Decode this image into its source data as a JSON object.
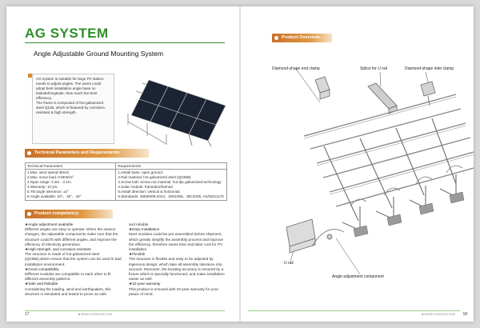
{
  "left_page": {
    "title": "AG SYSTEM",
    "subtitle": "Angle Adjustable Ground Mounting System",
    "intro": [
      "AG system is suitable for large PV station needs to adjust angles. The users could adopt best installation angle base on latitude/longitude, thus reach the best efficiency.",
      "The frame is composed of hot galvanized steel Q235, which is featured by corrosion-resistant & high strength."
    ],
    "tech_banner": "Technical Parameters and Requirements:",
    "table": {
      "headers": [
        "Technical Parameters",
        "Requirements"
      ],
      "params": [
        "1.Max. wind speed:38m/s",
        "2.Max. snow load: 0.9KN/m²",
        "3.Span range: 2.3m - 3.1m",
        "4.Warranty: 10 yrs.",
        "5.Tilt angle tolerance: ±2°",
        "6.Angle available: 20°、30°、40°"
      ],
      "requirements": [
        "1.Install base: open ground.",
        "2.Rail material: hot galvanized steel (Q235B)",
        "3.Screw bolt:  Screw nut material: hot-dip galvanized technology",
        "4.Solar module: framed/unframed",
        "5.Install direction: vertical & horizontal",
        "6.Standards: GB50009-2012、DIN1055、IBC2006, AS/NZS1170"
      ]
    },
    "comp_banner": "Product competency:",
    "comp_col1": [
      "★Angle adjustment available",
      "Different angles are easy to operate. When the season changes, the adjustable components make sure that the structure could fit with different angles, and improve the efficiency of electricity generation.",
      "★High-strength, and corrosion-resistant.",
      "The structure is made of hot galvanized steel (Q235B),which ensure that the system can be used in bad installation environment.",
      "★Good compatibility",
      "Different modules are compatible to each other to fit different assembly patterns.",
      "★Safe and Reliable",
      "Considering the loading, wind and earthquakes, this structure is simulated and tested to prove as safe"
    ],
    "comp_col2": [
      "and reliable.",
      "★Easy Installation",
      "Most modules could be pre-assembled before shipment, which greatly simplify the assembly process and improve the efficiency, therefore saves time and labor cost for PV installation.",
      "★Flexible",
      "The structure is flexible and easy to be adjusted by ingenious design, which take all assembly tolerance into account. Moreover, the locating accuracy is ensured by a fixture which is specially functioned, and make installation easier as well.",
      "★10-year warranty",
      "This product is ensured with 10-year warranty for your peace of mind."
    ],
    "page_number": "17",
    "website": "■ WWW.XXXSOLAR.COM"
  },
  "right_page": {
    "overview_banner": "Product Overview:",
    "callouts": {
      "end_clamp": "Diamond-shape end clamp",
      "splice": "Splice for U rail",
      "inter_clamp": "Diamond-shape inter clamp",
      "u_rail": "U rail",
      "angle_adj": "Angle adjustment component"
    },
    "page_number": "18",
    "website": "■ WWW.XXXSOLAR.COM"
  },
  "colors": {
    "title_green": "#2f8f2a",
    "banner_orange": "#d88c2a"
  }
}
